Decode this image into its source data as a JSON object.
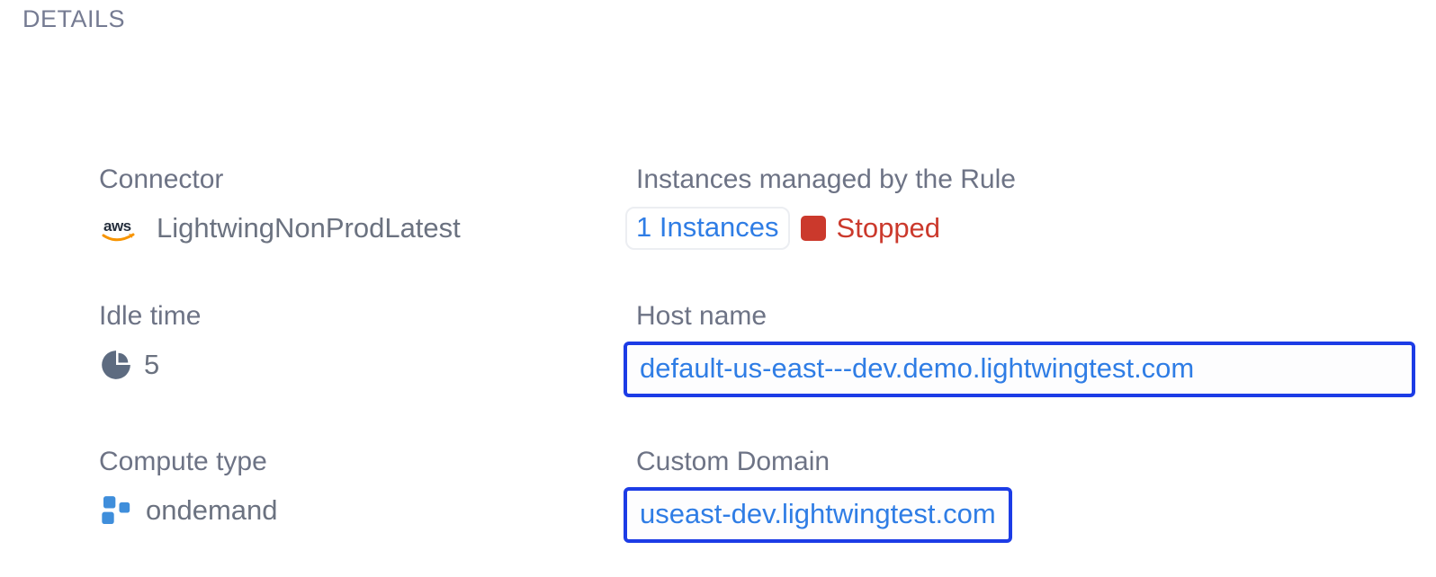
{
  "section": {
    "title": "DETAILS"
  },
  "colors": {
    "title_gray": "#757b92",
    "label_gray": "#6d7385",
    "value_gray": "#6b7280",
    "link_blue": "#2f7de5",
    "box_border_blue": "#1c3ce6",
    "status_red": "#cb392c",
    "aws_navy": "#252f3d",
    "aws_orange": "#f79400",
    "compute_blue": "#3f8edb",
    "pie_slate": "#5d6b80",
    "chip_border": "#eceef2"
  },
  "fields": {
    "connector": {
      "label": "Connector",
      "icon": "aws-icon",
      "value": "LightwingNonProdLatest"
    },
    "instances": {
      "label": "Instances managed by the Rule",
      "count_link": "1 Instances",
      "status_icon": "stopped-square-icon",
      "status": "Stopped"
    },
    "idle_time": {
      "label": "Idle time",
      "icon": "pie-chart-icon",
      "value": "5"
    },
    "host_name": {
      "label": "Host name",
      "value": "default-us-east---dev.demo.lightwingtest.com"
    },
    "compute_type": {
      "label": "Compute type",
      "icon": "compute-squares-icon",
      "value": "ondemand"
    },
    "custom_domain": {
      "label": "Custom Domain",
      "value": "useast-dev.lightwingtest.com"
    }
  }
}
